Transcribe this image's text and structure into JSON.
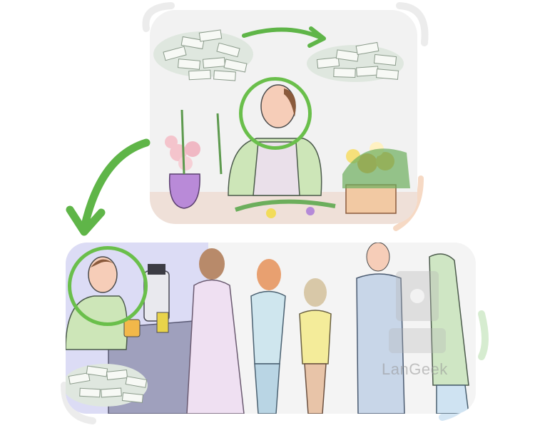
{
  "scene": {
    "description": "Illustration: a florist whose money pile shrinks, who then becomes a juice-bar vendor serving a line of customers",
    "top_panel": {
      "subject": "florist",
      "background": "#f2f2f2",
      "highlight_circle_color": "#6abf4b",
      "money_arrow_color": "#5fb548"
    },
    "bottom_panel": {
      "subject": "juice-stand-vendor",
      "background": "#f4f4f4",
      "accent_wall": "#dcdcf5",
      "highlight_circle_color": "#6abf4b"
    },
    "transition_arrow_color": "#5fb548"
  },
  "watermark": {
    "text": "LanGeek"
  }
}
